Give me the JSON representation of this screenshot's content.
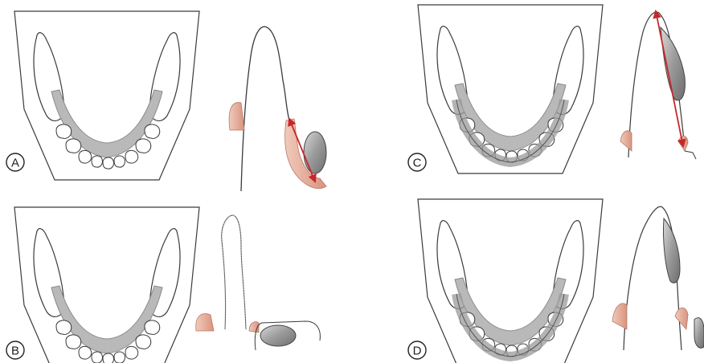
{
  "panels": [
    {
      "id": "A",
      "label": "A"
    },
    {
      "id": "B",
      "label": "B"
    },
    {
      "id": "C",
      "label": "C"
    },
    {
      "id": "D",
      "label": "D"
    }
  ],
  "colors": {
    "outline": "#3a3a3a",
    "arch_gray": "#b9b9b9",
    "mucosa_pink": "#e2a691",
    "arrow_red": "#c8262b",
    "graft_gray": "#8a8a8a"
  }
}
